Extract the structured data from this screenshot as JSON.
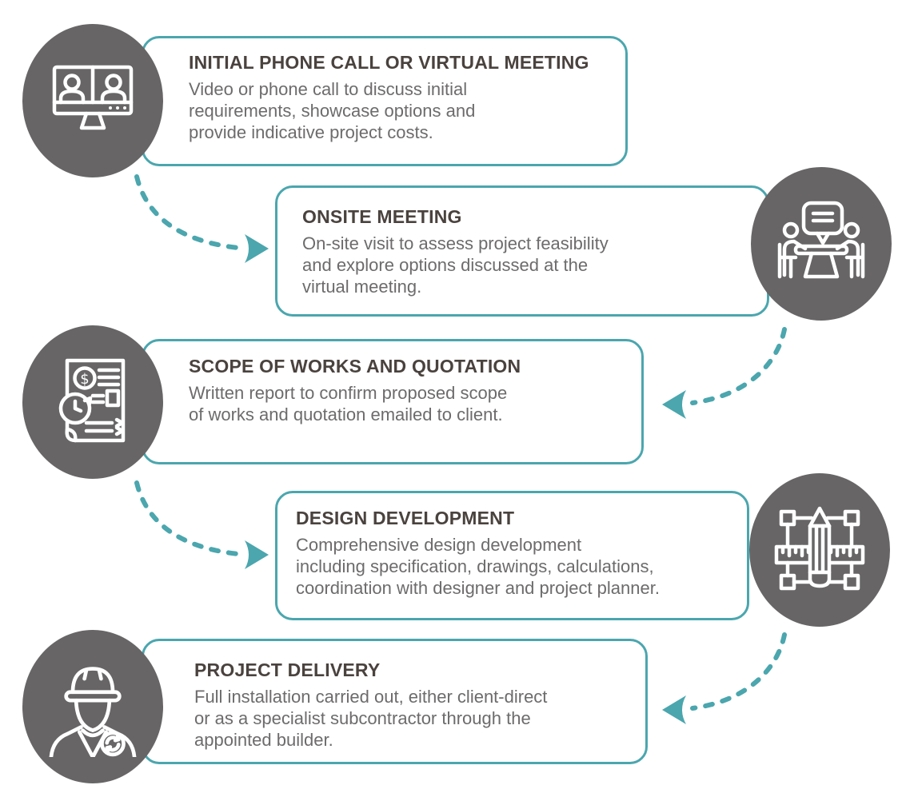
{
  "figure": {
    "type": "process-flow-infographic",
    "background": "#FFFFFF",
    "colors": {
      "accent_teal": "#4BA6AE",
      "circle_gray": "#676566",
      "title_text": "#4A423E",
      "body_text": "#6D6B6C"
    },
    "steps": [
      {
        "title": "INITIAL PHONE CALL OR VIRTUAL MEETING",
        "body": "Video or phone call to discuss initial\nrequirements, showcase options and\nprovide indicative project costs.",
        "icon": "video-meeting-icon",
        "badge_side": "left"
      },
      {
        "title": "ONSITE MEETING",
        "body": "On-site visit to assess project feasibility\nand explore options discussed at the\nvirtual meeting.",
        "icon": "onsite-meeting-icon",
        "badge_side": "right"
      },
      {
        "title": "SCOPE OF WORKS AND QUOTATION",
        "body": "Written report to confirm proposed scope\nof works and quotation emailed to client.",
        "icon": "scope-quotation-icon",
        "badge_side": "left"
      },
      {
        "title": "DESIGN DEVELOPMENT",
        "body": "Comprehensive design development\nincluding specification, drawings, calculations,\ncoordination with designer and project planner.",
        "icon": "design-development-icon",
        "badge_side": "right"
      },
      {
        "title": "PROJECT DELIVERY",
        "body": "Full installation carried out, either client-direct\nor as a specialist subcontractor through the\nappointed builder.",
        "icon": "project-delivery-icon",
        "badge_side": "left"
      }
    ],
    "connectors": [
      {
        "from": 1,
        "to": 2,
        "direction": "right"
      },
      {
        "from": 2,
        "to": 3,
        "direction": "left"
      },
      {
        "from": 3,
        "to": 4,
        "direction": "right"
      },
      {
        "from": 4,
        "to": 5,
        "direction": "left"
      }
    ]
  }
}
